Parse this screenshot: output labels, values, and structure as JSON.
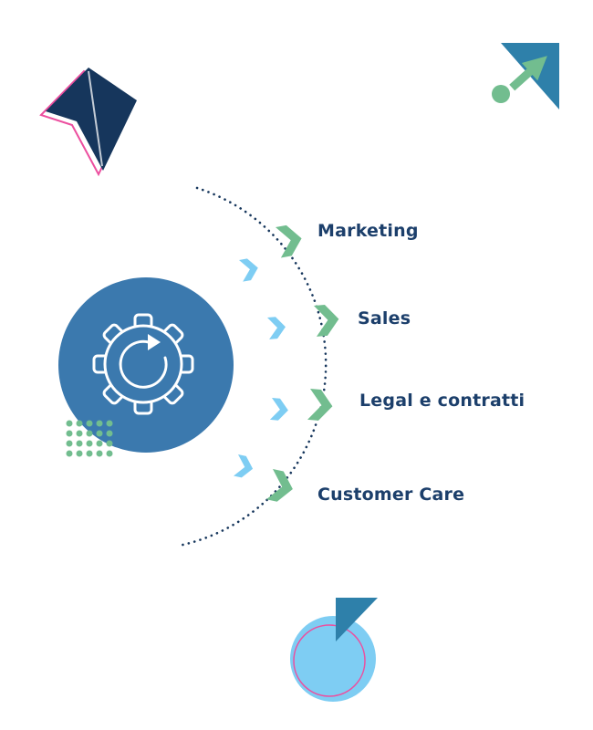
{
  "background": "#ffffff",
  "palette": {
    "navy": "#16365c",
    "label_text": "#1c3f6b",
    "green": "#72bd8f",
    "light_blue": "#7ecdf3",
    "circle_blue": "#3b79ae",
    "triangle_blue": "#2e80aa",
    "pink": "#ec4f9f"
  },
  "diagram": {
    "center": {
      "icon": "gear-refresh-icon"
    },
    "connector": "dotted-arc",
    "branches": [
      {
        "label": "Marketing"
      },
      {
        "label": "Sales"
      },
      {
        "label": "Legal e contratti"
      },
      {
        "label": "Customer Care"
      }
    ]
  },
  "decorations": [
    "folded-chevron-arrow-icon",
    "triangle-flag-icon",
    "arrow-up-right-icon",
    "dot-icon",
    "dots-grid",
    "chevron-right-green-icon",
    "chevron-right-blue-icon",
    "circle-badge"
  ]
}
